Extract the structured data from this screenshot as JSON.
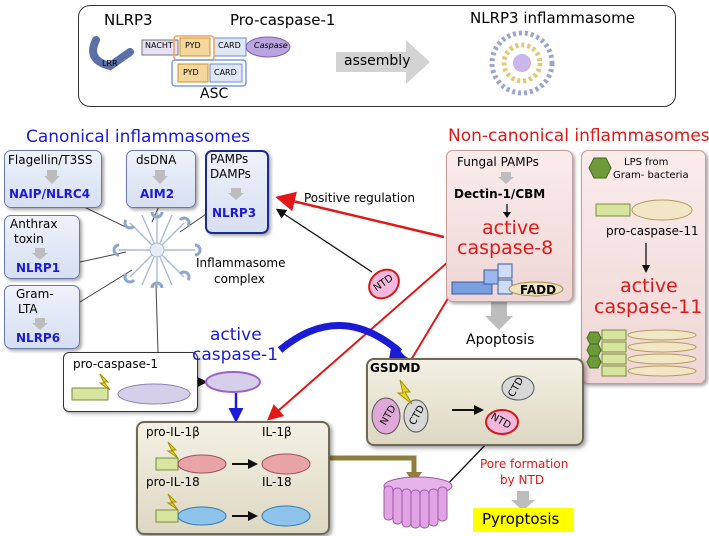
{
  "top": {
    "nlrp3": "NLRP3",
    "pro_caspase1": "Pro-caspase-1",
    "nlrp3_inflammasome": "NLRP3 inflammasome",
    "lrr": "LRR",
    "nacht": "NACHT",
    "pyd": "PYD",
    "card": "CARD",
    "caspase": "Caspase",
    "asc": "ASC",
    "assembly": "assembly"
  },
  "canonical": {
    "title": "Canonical inflammasomes",
    "flagellin": "Flagellin/T3SS",
    "naip": "NAIP/NLRC4",
    "dsdna": "dsDNA",
    "aim2": "AIM2",
    "pamps": "PAMPs",
    "damps": "DAMPs",
    "nlrp3": "NLRP3",
    "anthrax1": "Anthrax",
    "anthrax2": "toxin",
    "nlrp1": "NLRP1",
    "gram1": "Gram-",
    "gram2": "LTA",
    "nlrp6": "NLRP6",
    "complex1": "Inflammasome",
    "complex2": "complex",
    "pro_casp1": "pro-caspase-1",
    "active1": "active",
    "active2": "caspase-1"
  },
  "noncanonical": {
    "title": "Non-canonical inflammasomes",
    "fungal": "Fungal PAMPs",
    "dectin": "Dectin-1/CBM",
    "active8a": "active",
    "active8b": "caspase-8",
    "fadd": "FADD",
    "lps1": "LPS from",
    "lps2": "Gram- bacteria",
    "pro_casp11": "pro-caspase-11",
    "active11a": "active",
    "active11b": "caspase-11",
    "apoptosis": "Apoptosis",
    "positive": "Positive regulation",
    "ntd": "NTD"
  },
  "bottom": {
    "pro_il1b": "pro-IL-1β",
    "il1b": "IL-1β",
    "pro_il18": "pro-IL-18",
    "il18": "IL-18",
    "gsdmd": "GSDMD",
    "ctd": "CTD",
    "ntd": "NTD",
    "pore1": "Pore formation",
    "pore2": "by NTD",
    "pyroptosis": "Pyroptosis"
  },
  "colors": {
    "blue": "#1b1bd6",
    "red": "#e01818",
    "pyroptosis_bg": "#ffff00"
  }
}
